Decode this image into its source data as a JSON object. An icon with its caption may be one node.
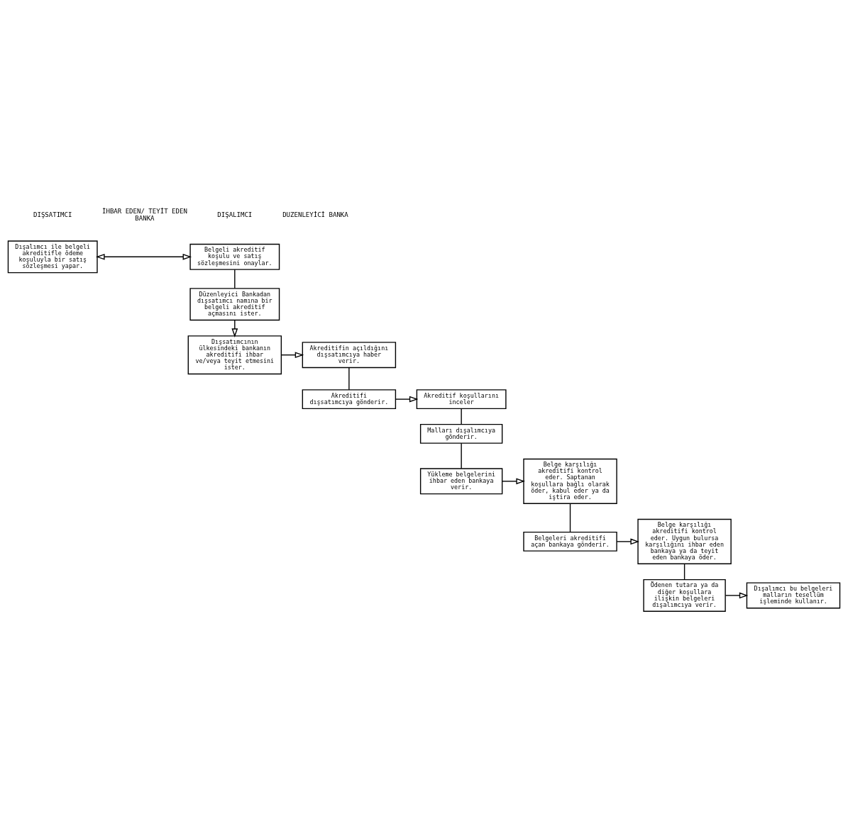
{
  "diagram": {
    "nodes": [
      {
        "text": [
          "Dışalımcı ile belgeli akreditifle ödeme koşuluyla bir satış sözleşmesi yapar."
        ]
      },
      {
        "text": [
          "Belgeli akreditif koşulu ve satış sözleşmesini onaylar."
        ]
      },
      {
        "text": [
          "Düzenleyici Bankadan dışsatımcı namına bir belgeli akreditif açmasını ister."
        ]
      },
      {
        "text": [
          "Dışsatımcının ülkesindeki bankanın akreditifi ihbar ve/veya teyit etmesini ister."
        ]
      },
      {
        "text": [
          "Akreditifin açıldığını dışsatımcıya haber verir."
        ]
      },
      {
        "text": [
          "Akreditifi dışsatımcıya gönderir."
        ]
      },
      {
        "text": [
          "Akreditif koşullarını inceler"
        ]
      },
      {
        "text": [
          "Malları dışalımcıya gönderir."
        ]
      },
      {
        "text": [
          "Yükleme belgelerini ihbar eden bankaya verir."
        ]
      },
      {
        "text": [
          "Belge karşılığı akreditifi kontrol eder. Saptanan koşullara bağlı olarak öder, kabul eder ya da iştira eder."
        ]
      },
      {
        "text": [
          "Belgeleri akreditifi açan bankaya gönderir."
        ]
      },
      {
        "text": [
          "Belge karşılığı akreditifi kontrol eder. Uygun bulursa karşılığını ihbar eden bankaya ya da teyit eden bankaya öder."
        ]
      },
      {
        "text": [
          "Ödenen tutara ya da diğer koşullara ilişkin belgeleri dışalımcıya verir."
        ]
      },
      {
        "text": [
          "Dışalımcı bu belgeleri malların tesellüm işleminde kullanır."
        ]
      }
    ],
    "edges": [
      {
        "from": 0,
        "to": 1,
        "arrow": "both"
      },
      {
        "from": 1,
        "to": 2,
        "arrow": "none"
      },
      {
        "from": 2,
        "to": 3,
        "arrow": "to"
      },
      {
        "from": 3,
        "to": 4,
        "arrow": "to"
      },
      {
        "from": 4,
        "to": 5,
        "arrow": "none"
      },
      {
        "from": 5,
        "to": 6,
        "arrow": "to"
      },
      {
        "from": 6,
        "to": 7,
        "arrow": "none"
      },
      {
        "from": 7,
        "to": 8,
        "arrow": "none"
      },
      {
        "from": 8,
        "to": 9,
        "arrow": "to"
      },
      {
        "from": 9,
        "to": 10,
        "arrow": "none"
      },
      {
        "from": 10,
        "to": 11,
        "arrow": "to"
      },
      {
        "from": 11,
        "to": 12,
        "arrow": "none"
      },
      {
        "from": 12,
        "to": 13,
        "arrow": "to"
      }
    ],
    "labels": [
      "DIŞSATIMCI",
      "İHBAR EDEN/ TEYİT EDEN BANKA",
      "DIŞALIMCI",
      "DUZENLEYİCİ BANKA"
    ]
  }
}
